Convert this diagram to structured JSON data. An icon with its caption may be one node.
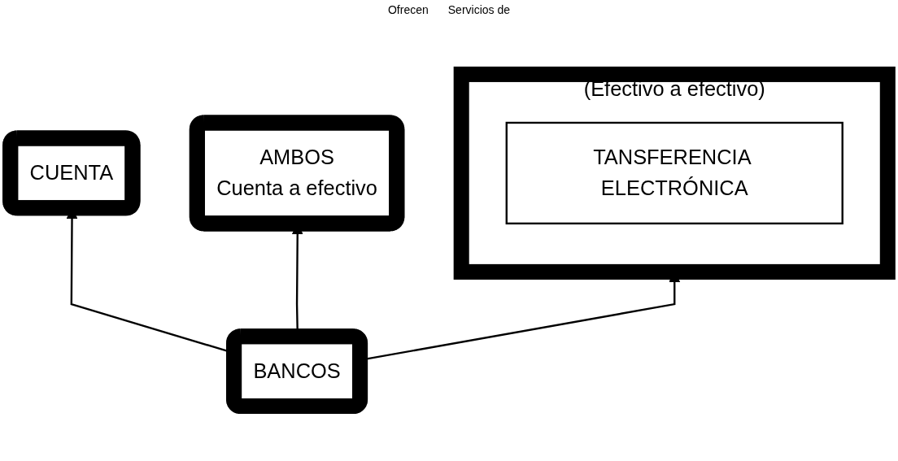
{
  "diagram": {
    "nodes": [
      {
        "text": [
          "(Efectivo a efectivo)"
        ]
      },
      {
        "text": [
          "TANSFERENCIA ELECTRÓNICA"
        ],
        "in": 0
      },
      {
        "text": [
          "CUENTA"
        ]
      },
      {
        "text": [
          "AMBOS",
          "Cuenta a efectivo"
        ]
      },
      {
        "text": [
          "BANCOS"
        ]
      }
    ],
    "edges": [
      {
        "from": 4,
        "to": 0,
        "arrow": "to"
      },
      {
        "from": 4,
        "to": 2,
        "arrow": "to"
      },
      {
        "from": 4,
        "to": 3,
        "arrow": "to"
      }
    ],
    "labels": [
      "Ofrecen",
      "Servicios de"
    ]
  }
}
